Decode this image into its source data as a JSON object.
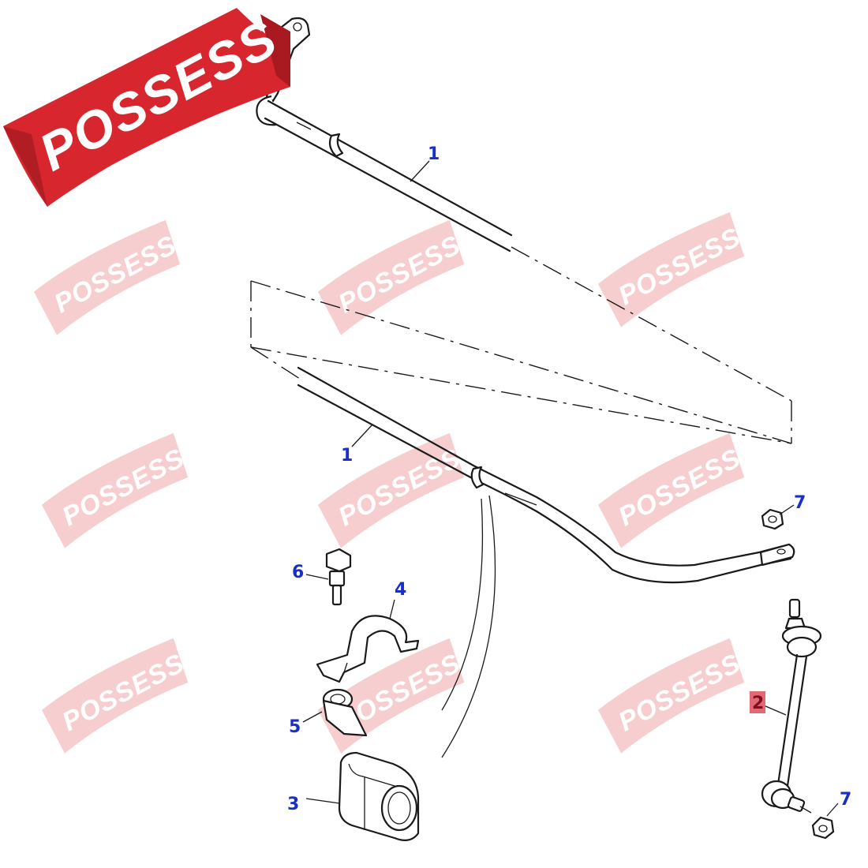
{
  "brand": {
    "logo_text": "POSSESS",
    "logo_color": "#d8262e",
    "watermark_color": "#e46a70"
  },
  "callouts": {
    "c1_upper": "1",
    "c1_lower": "1",
    "c2": "2",
    "c3": "3",
    "c4": "4",
    "c5": "5",
    "c6": "6",
    "c7_upper": "7",
    "c7_lower": "7"
  },
  "highlight": {
    "callout": "2",
    "color": "#e46873"
  },
  "icons": [
    "stabilizer-bar",
    "stabilizer-link",
    "bushing",
    "bushing-clamp",
    "bracket",
    "bolt",
    "nut"
  ]
}
